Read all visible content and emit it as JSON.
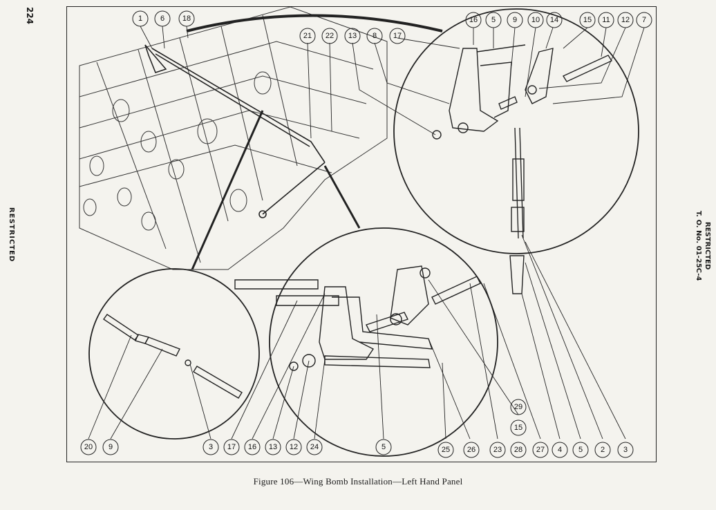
{
  "page": {
    "number": "224",
    "side_left": "RESTRICTED",
    "side_right_line1": "RESTRICTED",
    "side_right_line2": "T. O. No. 01-25C-4"
  },
  "figure": {
    "caption": "Figure 106—Wing Bomb Installation—Left Hand Panel"
  },
  "callouts_top": [
    "1",
    "6",
    "18",
    "21",
    "22",
    "13",
    "8",
    "17",
    "16",
    "5",
    "9",
    "10",
    "14",
    "15",
    "11",
    "12",
    "7"
  ],
  "callouts_bottom": [
    "20",
    "9",
    "3",
    "17",
    "16",
    "13",
    "12",
    "24",
    "5",
    "25",
    "26",
    "23",
    "28",
    "27",
    "4",
    "5",
    "2",
    "3"
  ],
  "callouts_extra": [
    "29",
    "15"
  ]
}
